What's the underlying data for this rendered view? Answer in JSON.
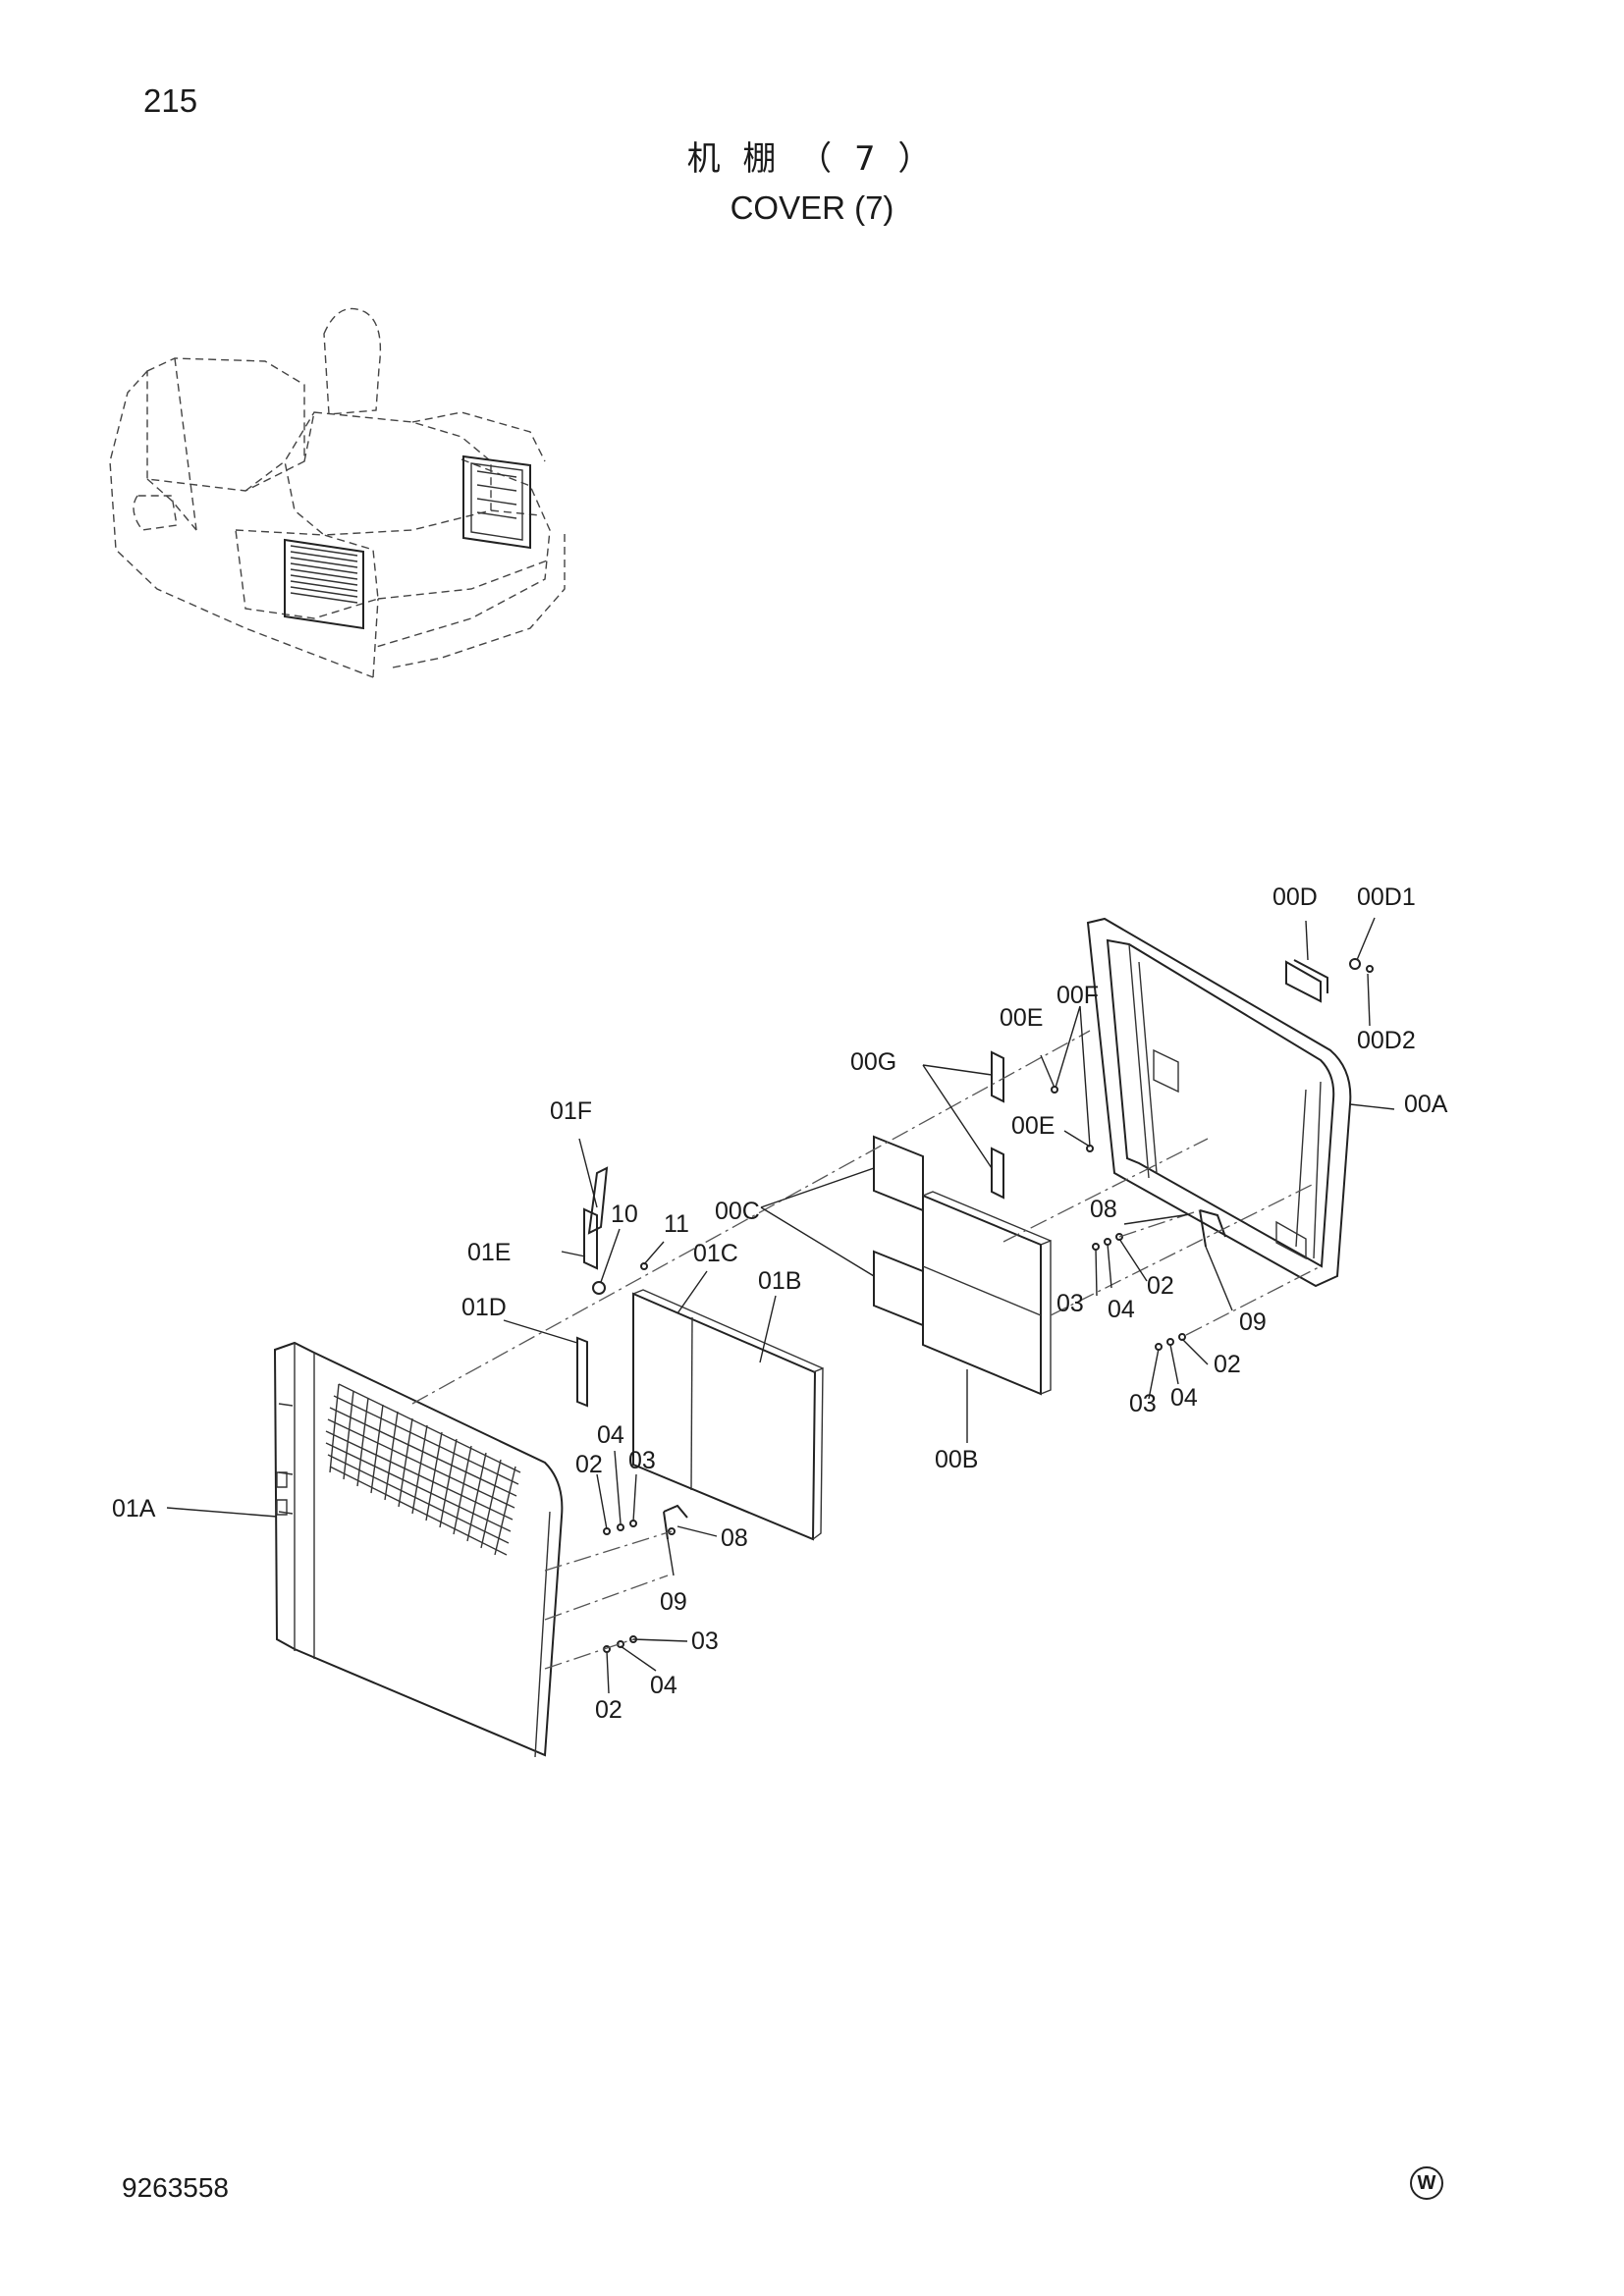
{
  "page": {
    "number": "215",
    "doc_number": "9263558",
    "mark": "W"
  },
  "title": {
    "cn": "机 棚 （ 7 ）",
    "en": "COVER (7)"
  },
  "icons": {
    "overview": "excavator-overview-icon",
    "mark": "w-circle-mark-icon"
  },
  "callouts": [
    "00D",
    "00D1",
    "00D2",
    "00A",
    "00F",
    "00E",
    "00E",
    "00G",
    "00C",
    "00B",
    "08",
    "02",
    "04",
    "03",
    "09",
    "02",
    "04",
    "03",
    "01F",
    "10",
    "11",
    "01E",
    "01C",
    "01B",
    "01D",
    "04",
    "02",
    "03",
    "08",
    "09",
    "03",
    "04",
    "02",
    "01A"
  ]
}
